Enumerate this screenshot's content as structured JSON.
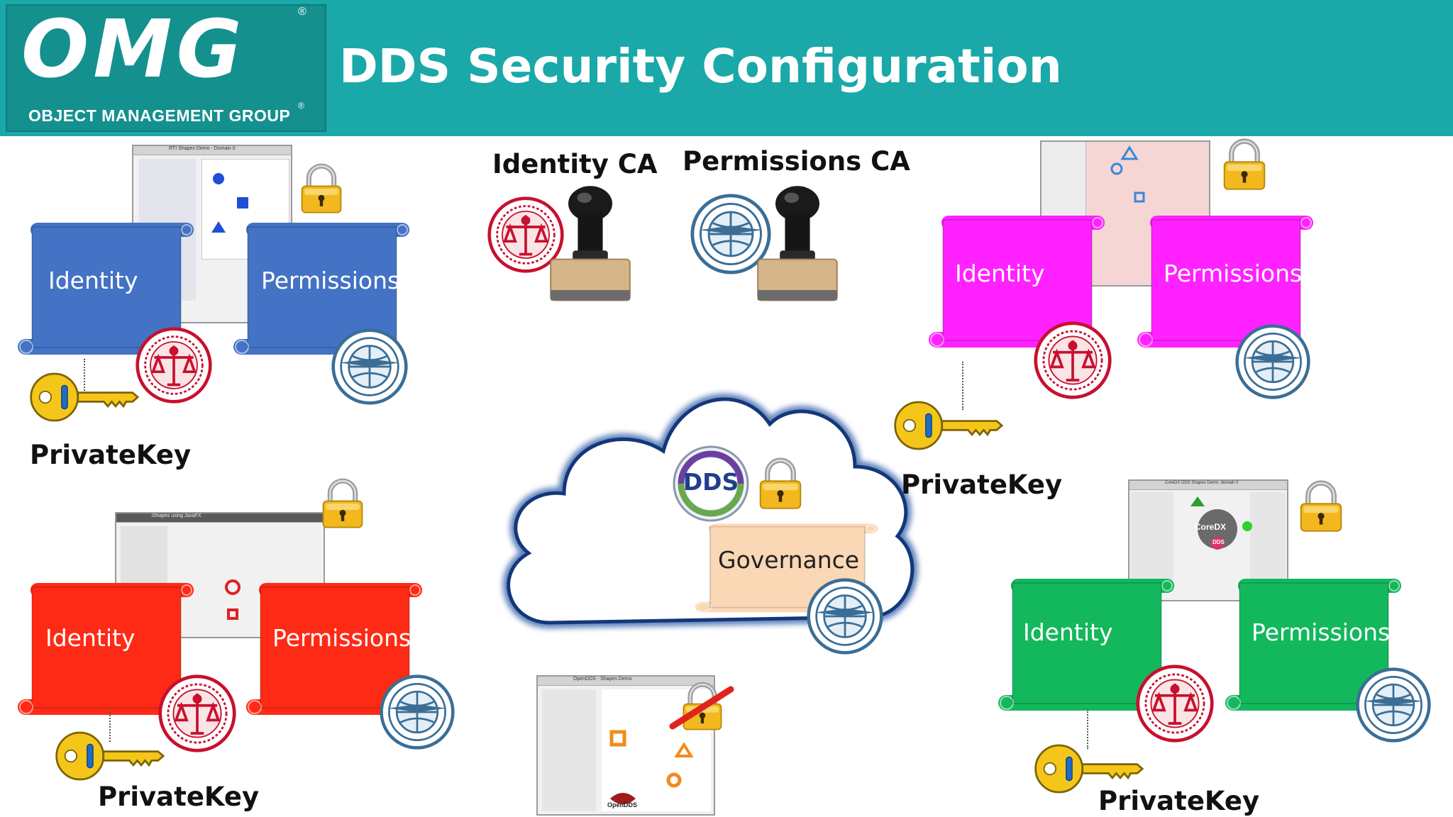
{
  "header": {
    "title": "DDS Security Configuration",
    "logo_letters": "OMG",
    "logo_subtitle": "OBJECT MANAGEMENT GROUP",
    "registered_mark": "®"
  },
  "cas": {
    "identity_ca": "Identity CA",
    "permissions_ca": "Permissions CA"
  },
  "quadrants": {
    "top_left": {
      "identity": "Identity",
      "permissions": "Permissions",
      "key_label": "PrivateKey",
      "color": "#4472c4",
      "app": "RTI Shapes Demo - Domain 0"
    },
    "top_right": {
      "identity": "Identity",
      "permissions": "Permissions",
      "key_label": "PrivateKey",
      "color": "#ff21ff"
    },
    "bottom_left": {
      "identity": "Identity",
      "permissions": "Permissions",
      "key_label": "PrivateKey",
      "color": "#ff2a16",
      "app": "iShapes using JavaFX"
    },
    "bottom_right": {
      "identity": "Identity",
      "permissions": "Permissions",
      "key_label": "PrivateKey",
      "color": "#13b85c",
      "app": "CoreDX DDS Shapes Demo: domain 0",
      "brand": "CoreDX",
      "brand_sub": "DDS"
    }
  },
  "center": {
    "cloud_logo": "DDS",
    "governance": "Governance",
    "governance_color": "#fad7b5"
  },
  "opendds": {
    "window_title": "OpenDDS - Shapes Demo",
    "brand": "OpenDDS"
  },
  "colors": {
    "header_bg": "#1aa8a8",
    "lock_gold": "#f2b81e",
    "key_gold": "#f5c61a",
    "seal_red": "#c8102e",
    "seal_blue": "#3a6e96"
  }
}
